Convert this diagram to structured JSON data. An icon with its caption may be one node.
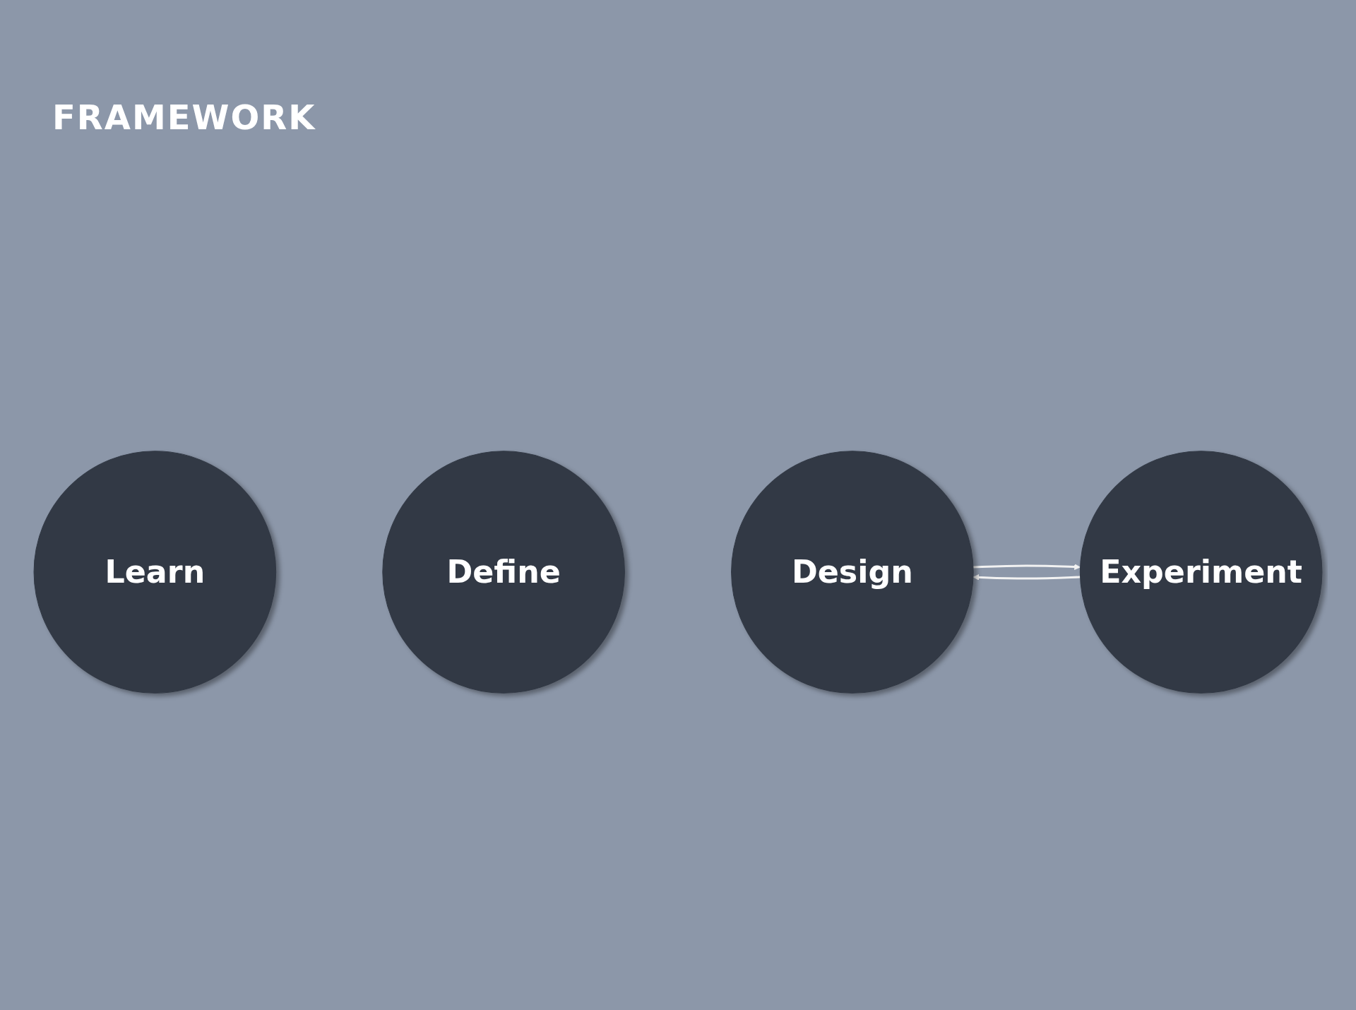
{
  "diagram": {
    "title": "FRAMEWORK",
    "nodes": [
      {
        "text": [
          "Learn"
        ]
      },
      {
        "text": [
          "Define"
        ]
      },
      {
        "text": [
          "Design"
        ]
      },
      {
        "text": [
          "Experiment"
        ]
      }
    ],
    "edges": [
      {
        "from": 2,
        "to": 3,
        "arrow": "to"
      },
      {
        "from": 3,
        "to": 2,
        "arrow": "to"
      }
    ]
  }
}
